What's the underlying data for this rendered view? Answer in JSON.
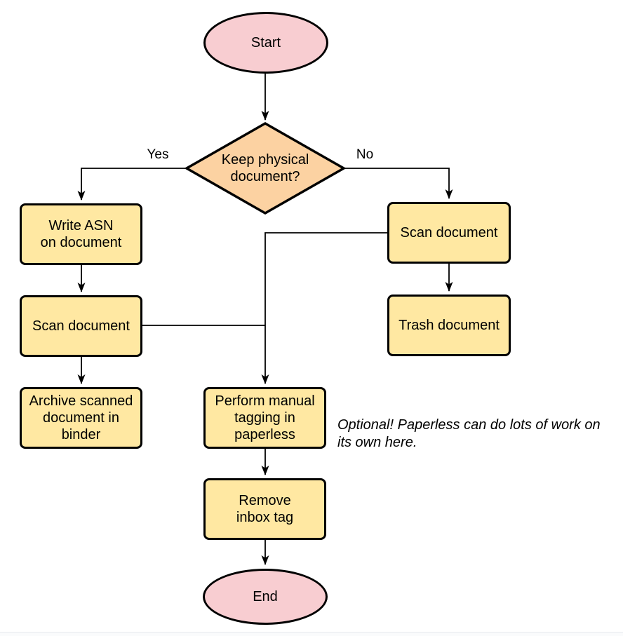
{
  "diagram": {
    "background": "#ffffff",
    "stroke_color": "#000000",
    "colors": {
      "terminal_fill": "#f8cdd1",
      "decision_fill": "#fcd2a2",
      "process_fill": "#ffe8a2"
    },
    "nodes": {
      "start": {
        "type": "terminal",
        "lines": [
          "Start"
        ]
      },
      "decision": {
        "type": "decision",
        "lines": [
          "Keep physical",
          "document?"
        ]
      },
      "write_asn": {
        "type": "process",
        "lines": [
          "Write ASN",
          "on document"
        ]
      },
      "scan_left": {
        "type": "process",
        "lines": [
          "Scan document"
        ]
      },
      "archive": {
        "type": "process",
        "lines": [
          "Archive scanned",
          "document in",
          "binder"
        ]
      },
      "scan_right": {
        "type": "process",
        "lines": [
          "Scan document"
        ]
      },
      "trash": {
        "type": "process",
        "lines": [
          "Trash document"
        ]
      },
      "tagging": {
        "type": "process",
        "lines": [
          "Perform manual",
          "tagging in",
          "paperless"
        ]
      },
      "remove_inbox": {
        "type": "process",
        "lines": [
          "Remove",
          "inbox tag"
        ]
      },
      "end": {
        "type": "terminal",
        "lines": [
          "End"
        ]
      }
    },
    "edge_labels": {
      "yes": "Yes",
      "no": "No"
    },
    "annotation": {
      "lines": [
        "Optional! Paperless can do lots of work on",
        "its own here."
      ]
    }
  }
}
